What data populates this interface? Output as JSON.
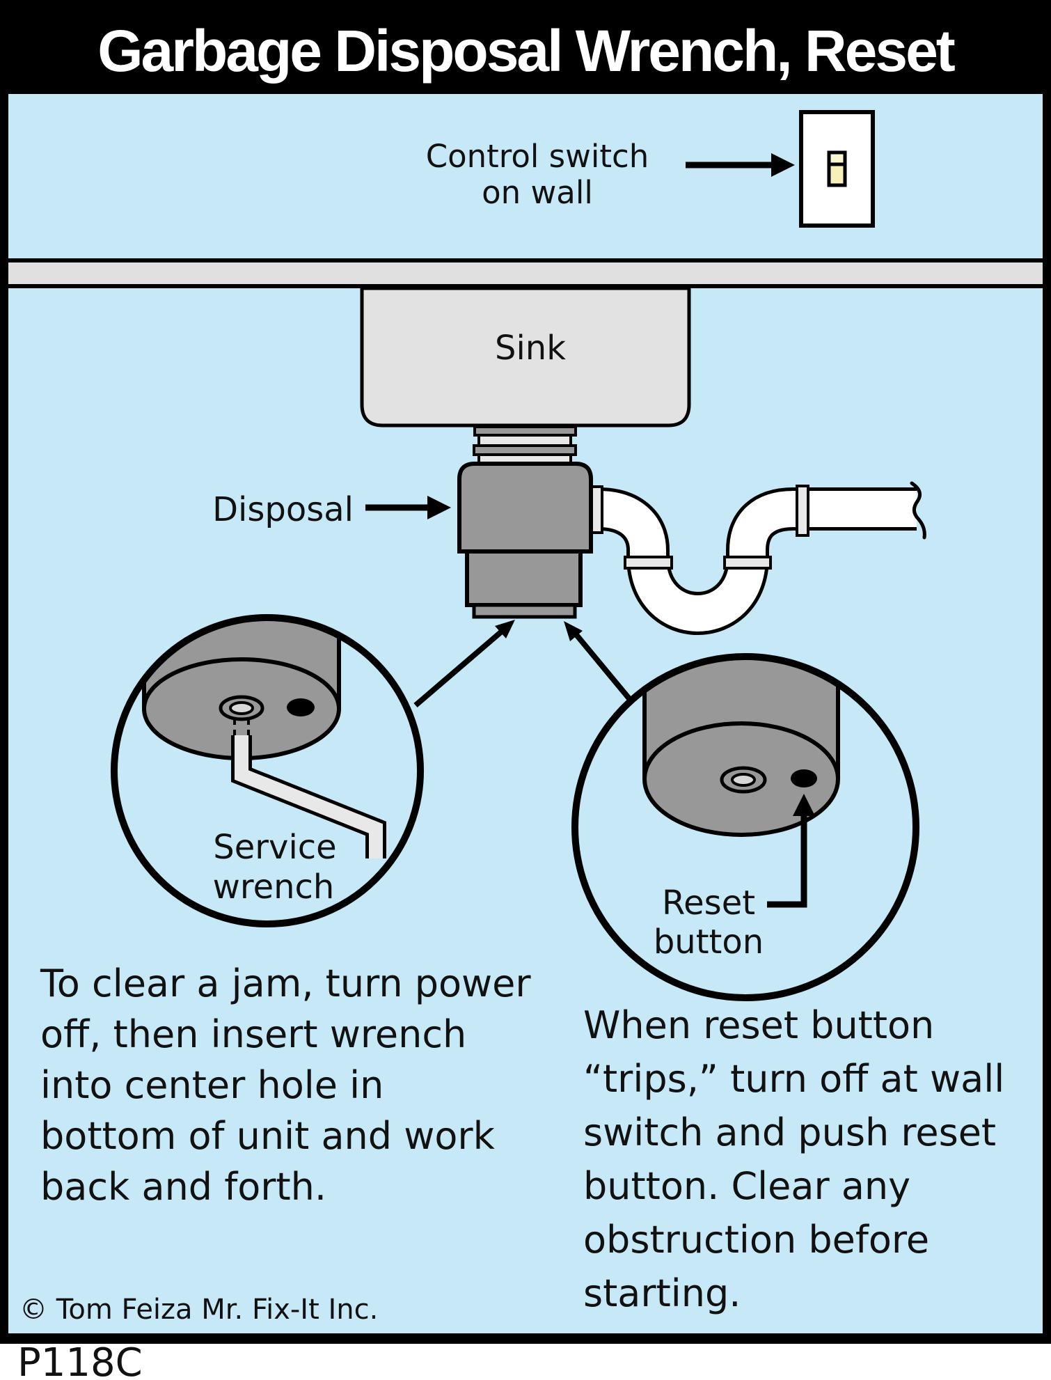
{
  "title": "Garbage Disposal Wrench, Reset",
  "labels": {
    "control_switch_line1": "Control switch",
    "control_switch_line2": "on wall",
    "sink": "Sink",
    "disposal": "Disposal",
    "service_wrench_line1": "Service",
    "service_wrench_line2": "wrench",
    "reset_line1": "Reset",
    "reset_line2": "button"
  },
  "instructions": {
    "left_lines": [
      "To clear a jam, turn power",
      "off, then insert wrench",
      "into center hole in",
      "bottom of unit and work",
      "back and forth."
    ],
    "right_lines": [
      "When reset button",
      "“trips,” turn off at wall",
      "switch and push reset",
      "button. Clear any",
      "obstruction before",
      "starting."
    ]
  },
  "footer": {
    "copyright": "© Tom Feiza Mr. Fix-It Inc.",
    "code": "P118C"
  },
  "icons": {
    "wall_switch": "light-switch-icon",
    "arrows": "black-arrow-pointer"
  },
  "colors": {
    "background_blue": "#c7e8f7",
    "frame_black": "#000000",
    "counter_gray": "#e0e0e0",
    "sink_gray": "#e2e2e2",
    "disposal_gray": "#989898",
    "fitting_light_gray": "#e8e8e8",
    "pipe_white": "#ffffff",
    "switch_toggle_cream": "#f7f0b8"
  }
}
